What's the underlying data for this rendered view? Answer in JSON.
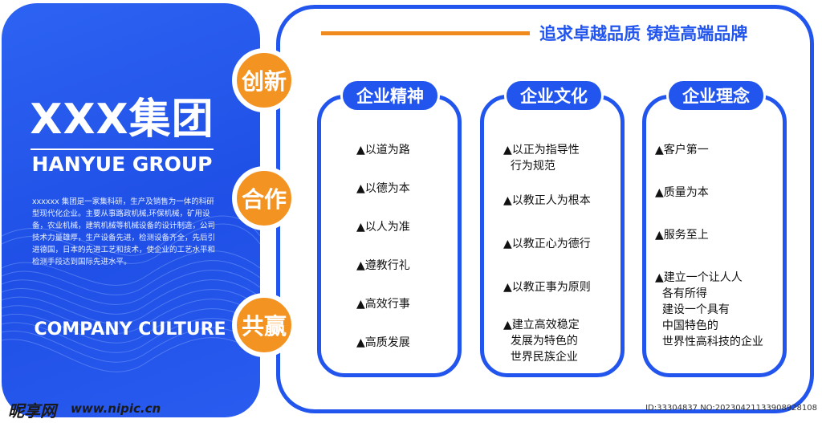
{
  "left": {
    "title": "XXX集团",
    "subtitle": "HANYUE GROUP",
    "description": "xxxxxx 集团是一家集科研，生产及销售为一体的科研型现代化企业。主要从事路政机械,环保机械，矿用设备，农业机械，建筑机械等机械设备的设计制造，公司技术力量雄厚，生产设备先进，检测设备齐全，先后引进德国，日本的先进工艺和技术，使企业的工艺水平和检测手段达到国际先进水平。",
    "culture": "COMPANY CULTURE"
  },
  "circles": [
    "创新",
    "合作",
    "共赢"
  ],
  "slogan": "追求卓越品质 铸造高端品牌",
  "cards": [
    {
      "title": "企业精神",
      "items": [
        "▲以道为路",
        "▲以德为本",
        "▲以人为准",
        "▲遵教行礼",
        "▲高效行事",
        "▲高质发展"
      ]
    },
    {
      "title": "企业文化",
      "items": [
        "▲以正为指导性\n  行为规范",
        "▲以教正人为根本",
        "▲以教正心为德行",
        "▲以教正事为原则",
        "▲建立高效稳定\n  发展为特色的\n  世界民族企业"
      ]
    },
    {
      "title": "企业理念",
      "items": [
        "▲客户第一",
        "▲质量为本",
        "▲服务至上",
        "▲建立一个让人人\n  各有所得\n  建设一个具有\n  中国特色的\n  世界性高科技的企业"
      ]
    }
  ],
  "footer": {
    "logo": "昵享网",
    "url": "www.nipic.cn",
    "id": "ID:33304837 NO:20230421133908928108"
  },
  "colors": {
    "blue": "#2255ee",
    "orange": "#f39322"
  }
}
